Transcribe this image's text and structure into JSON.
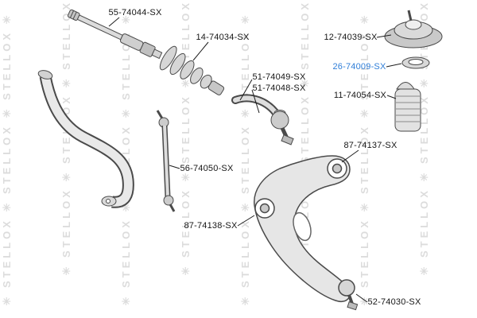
{
  "diagram": {
    "watermark": {
      "text": "STELLOX",
      "symbol": "✳",
      "column": "✳ STELLOX ✳ STELLOX ✳ STELLOX ✳"
    },
    "accent_color": "#2f7ed8",
    "labels": [
      {
        "text": "55-74044-SX",
        "part": "axial-rod"
      },
      {
        "text": "14-74034-SX",
        "part": "steering-boot"
      },
      {
        "text": "12-74039-SX",
        "part": "strut-mount"
      },
      {
        "text": "26-74009-SX",
        "part": "strut-bearing",
        "highlighted": true
      },
      {
        "text": "11-74054-SX",
        "part": "bump-stop-dust-cover"
      },
      {
        "text": "51-74049-SX",
        "part": "tie-rod-end"
      },
      {
        "text": "51-74048-SX",
        "part": "tie-rod-end"
      },
      {
        "text": "56-74050-SX",
        "part": "stabilizer-link"
      },
      {
        "text": "87-74137-SX",
        "part": "control-arm-rear-bushing"
      },
      {
        "text": "87-74138-SX",
        "part": "control-arm-front-bushing"
      },
      {
        "text": "52-74030-SX",
        "part": "ball-joint"
      }
    ]
  }
}
